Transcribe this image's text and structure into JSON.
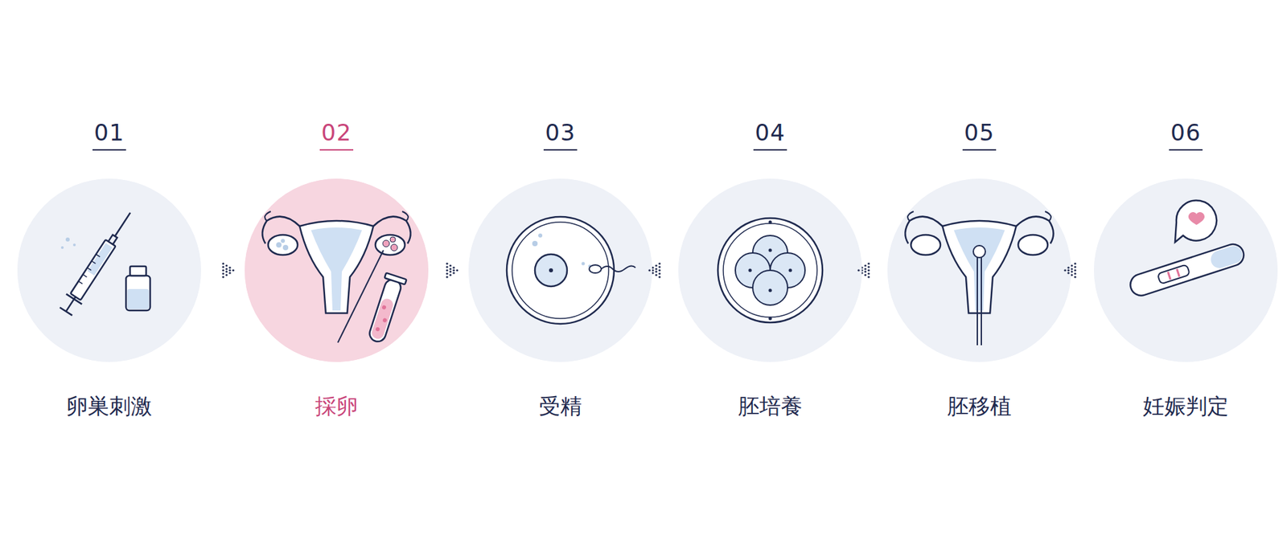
{
  "diagram": {
    "nodes": [
      {
        "text": [
          "01",
          "卵巣刺激"
        ]
      },
      {
        "text": [
          "02",
          "採卵"
        ]
      },
      {
        "text": [
          "03",
          "受精"
        ]
      },
      {
        "text": [
          "04",
          "胚培養"
        ]
      },
      {
        "text": [
          "05",
          "胚移植"
        ]
      },
      {
        "text": [
          "06",
          "妊娠判定"
        ]
      }
    ],
    "edges": [
      {
        "from": 0,
        "to": 1,
        "arrow": "to"
      },
      {
        "from": 1,
        "to": 2,
        "arrow": "to"
      },
      {
        "from": 2,
        "to": 3,
        "arrow": "to"
      },
      {
        "from": 3,
        "to": 4,
        "arrow": "to"
      },
      {
        "from": 4,
        "to": 5,
        "arrow": "to"
      }
    ]
  }
}
